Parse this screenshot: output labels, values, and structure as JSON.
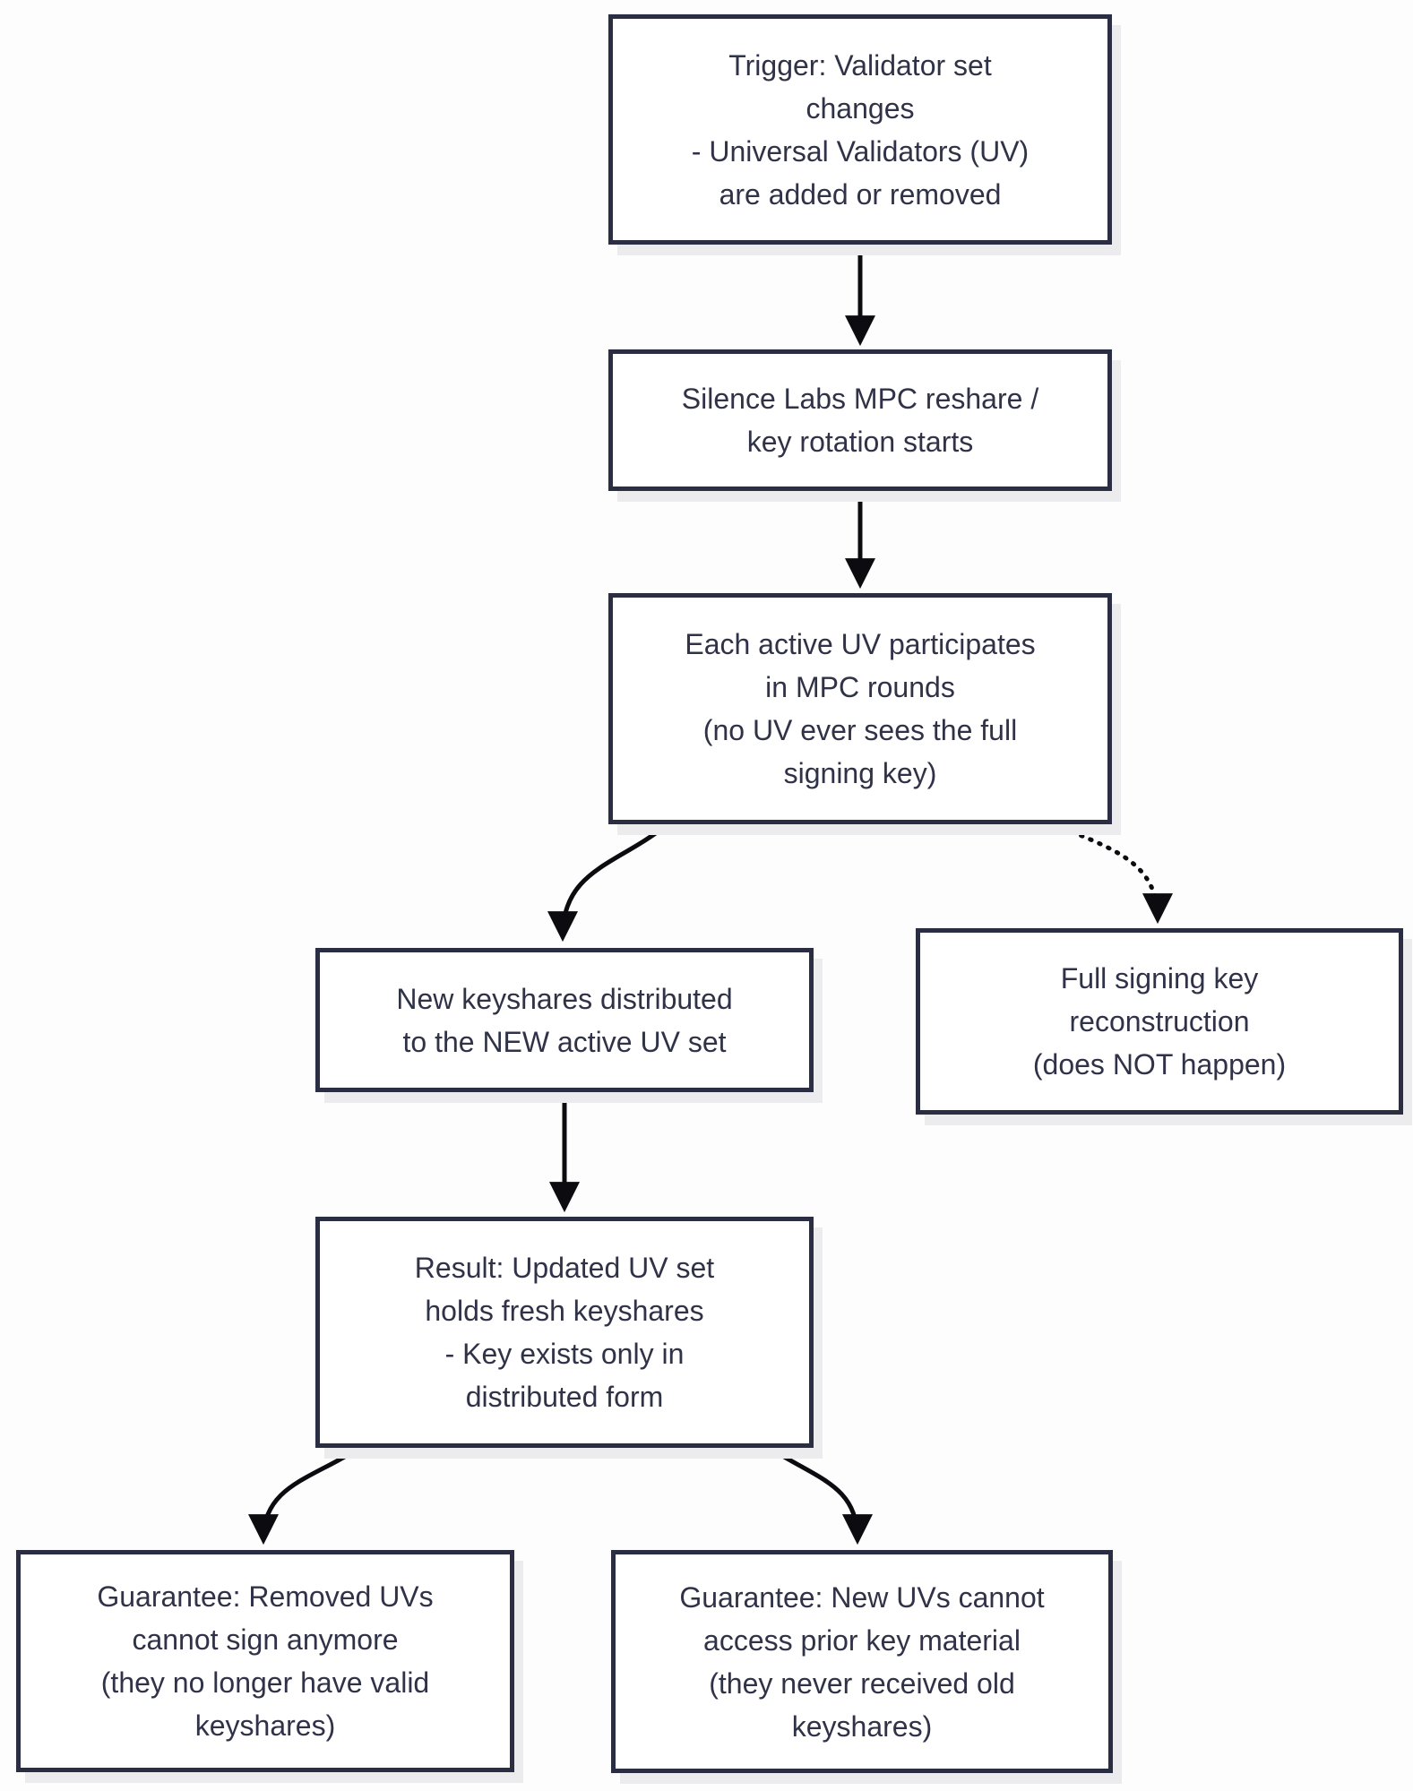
{
  "diagram": {
    "colors": {
      "background": "#fdfdfe",
      "box_fill": "#ffffff",
      "box_border": "#2b2d42",
      "text": "#303248",
      "arrow": "#0b0b10",
      "shadow": "#ececef"
    },
    "nodes": [
      {
        "id": "trigger",
        "text": "Trigger: Validator set\nchanges\n- Universal Validators (UV)\nare added or removed"
      },
      {
        "id": "reshare",
        "text": "Silence Labs MPC reshare /\nkey rotation starts"
      },
      {
        "id": "mpc-rounds",
        "text": "Each active UV participates\nin MPC rounds\n(no UV ever sees the full\nsigning key)"
      },
      {
        "id": "new-keyshares",
        "text": "New keyshares distributed\nto the NEW active UV set"
      },
      {
        "id": "full-key-recon",
        "text": "Full signing key\nreconstruction\n(does NOT happen)"
      },
      {
        "id": "result",
        "text": "Result: Updated UV set\nholds fresh keyshares\n- Key exists only in\ndistributed form"
      },
      {
        "id": "guarantee-removed",
        "text": "Guarantee: Removed UVs\ncannot sign anymore\n(they no longer have valid\nkeyshares)"
      },
      {
        "id": "guarantee-new",
        "text": "Guarantee: New UVs cannot\naccess prior key material\n(they never received old\nkeyshares)"
      }
    ],
    "edges": [
      {
        "from": "trigger",
        "to": "reshare",
        "style": "solid"
      },
      {
        "from": "reshare",
        "to": "mpc-rounds",
        "style": "solid"
      },
      {
        "from": "mpc-rounds",
        "to": "new-keyshares",
        "style": "solid"
      },
      {
        "from": "mpc-rounds",
        "to": "full-key-recon",
        "style": "dotted"
      },
      {
        "from": "new-keyshares",
        "to": "result",
        "style": "solid"
      },
      {
        "from": "result",
        "to": "guarantee-removed",
        "style": "solid"
      },
      {
        "from": "result",
        "to": "guarantee-new",
        "style": "solid"
      }
    ]
  }
}
